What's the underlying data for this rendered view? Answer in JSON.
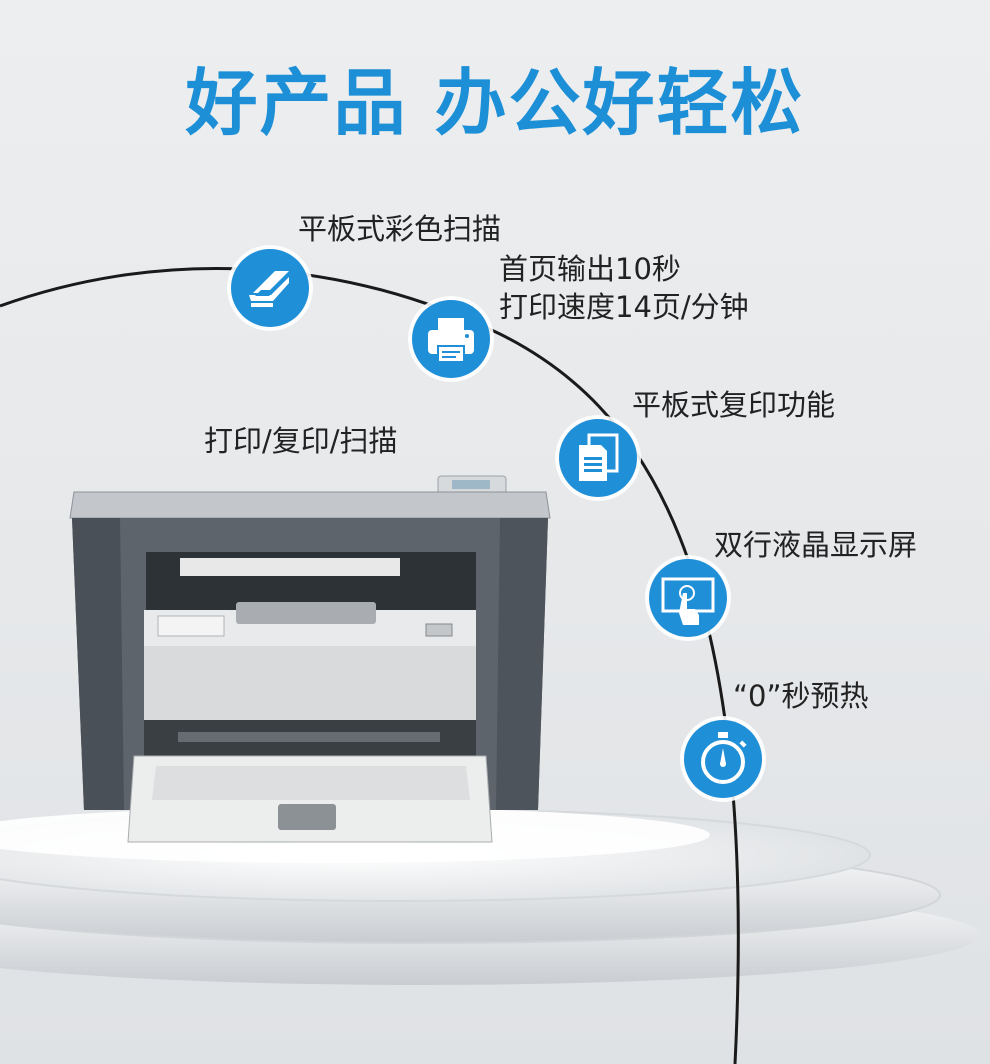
{
  "headline": "好产品 办公好轻松",
  "printer_caption": "打印/复印/扫描",
  "colors": {
    "accent": "#1f8fd8",
    "headline": "#1c8fd6",
    "text": "#222222",
    "arc": "#1a1a1a"
  },
  "features": [
    {
      "icon": "flatbed-scanner-icon",
      "lines": [
        "平板式彩色扫描"
      ]
    },
    {
      "icon": "printer-icon",
      "lines": [
        "首页输出10秒",
        "打印速度14页/分钟"
      ]
    },
    {
      "icon": "document-copy-icon",
      "lines": [
        "平板式复印功能"
      ]
    },
    {
      "icon": "touch-screen-icon",
      "lines": [
        "双行液晶显示屏"
      ]
    },
    {
      "icon": "stopwatch-icon",
      "lines": [
        "“0”秒预热"
      ]
    }
  ]
}
